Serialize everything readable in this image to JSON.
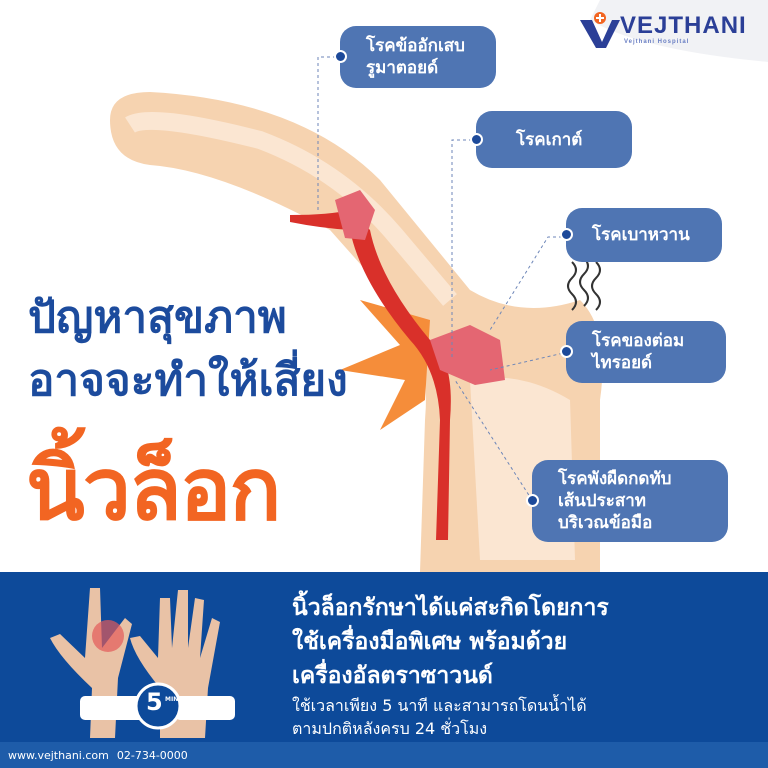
{
  "logo": {
    "name": "VEJTHANI",
    "tagline": "Vejthani Hospital"
  },
  "labels": [
    {
      "lines": [
        "โรคข้ออักเสบ",
        "รูมาตอยด์"
      ]
    },
    {
      "lines": [
        "โรคเกาต์"
      ]
    },
    {
      "lines": [
        "โรคเบาหวาน"
      ]
    },
    {
      "lines": [
        "โรคของต่อม",
        "ไทรอยด์"
      ]
    },
    {
      "lines": [
        "โรคพังผืดกดทับ",
        "เส้นประสาท",
        "บริเวณข้อมือ"
      ]
    }
  ],
  "headline": {
    "line1": "ปัญหาสุขภาพ",
    "line2": "อาจจะทำให้เสี่ยง",
    "emphasis": "นิ้วล็อก"
  },
  "treatment": {
    "title_lines": [
      "นิ้วล็อกรักษาได้แค่สะกิดโดยการ",
      "ใช้เครื่องมือพิเศษ พร้อมด้วย",
      "เครื่องอัลตราซาวนด์"
    ],
    "detail_lines": [
      "ใช้เวลาเพียง 5 นาที และสามารถโดนน้ำได้",
      "ตามปกติหลังครบ 24 ชั่วโมง"
    ],
    "badge_number": "5",
    "badge_unit": "MINS"
  },
  "footer": {
    "website": "www.vejthani.com",
    "phone": "02-734-0000"
  },
  "colors": {
    "brand_blue": "#0d4a9a",
    "pill_blue": "#4f75b3",
    "orange": "#f26522",
    "bone": "#f6d3b0",
    "tendon": "#d9302a"
  }
}
